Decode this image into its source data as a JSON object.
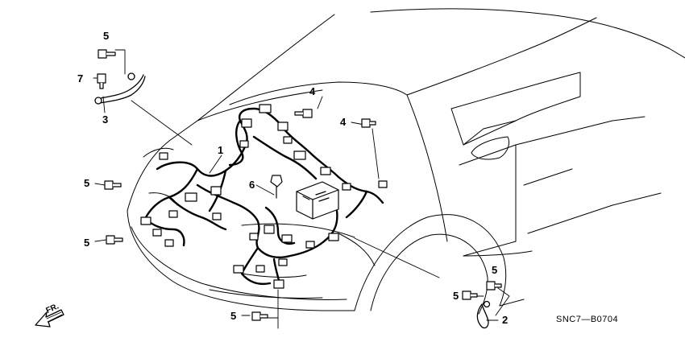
{
  "diagram": {
    "callouts": {
      "c1": "1",
      "c2": "2",
      "c3": "3",
      "c4a": "4",
      "c4b": "4",
      "c5a": "5",
      "c5b": "5",
      "c5c": "5",
      "c5d": "5",
      "c5e": "5",
      "c5f": "5",
      "c6": "6",
      "c7": "7"
    },
    "direction_label": "FR.",
    "diagram_code": "SNC7—B0704"
  }
}
